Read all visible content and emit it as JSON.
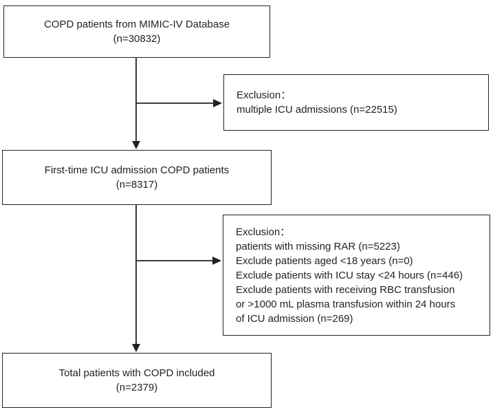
{
  "colors": {
    "line_and_border": "#231f20",
    "text": "#231f20",
    "background": "#ffffff"
  },
  "flow": {
    "box_top": {
      "line1": "COPD patients from MIMIC-IV Database",
      "line2": "(n=30832)"
    },
    "exclusion1": {
      "title": "Exclusion：",
      "lines": [
        "multiple ICU admissions (n=22515)"
      ]
    },
    "box_mid": {
      "line1": "First-time ICU admission COPD patients",
      "line2": "(n=8317)"
    },
    "exclusion2": {
      "title": "Exclusion：",
      "lines": [
        "patients with missing RAR (n=5223)",
        "Exclude patients aged <18 years (n=0)",
        "Exclude patients with ICU stay <24 hours (n=446)",
        "Exclude patients with receiving RBC transfusion",
        "or >1000 mL plasma transfusion within 24 hours",
        "of ICU admission (n=269)"
      ]
    },
    "box_bottom": {
      "line1": "Total patients with COPD included",
      "line2": "(n=2379)"
    }
  }
}
